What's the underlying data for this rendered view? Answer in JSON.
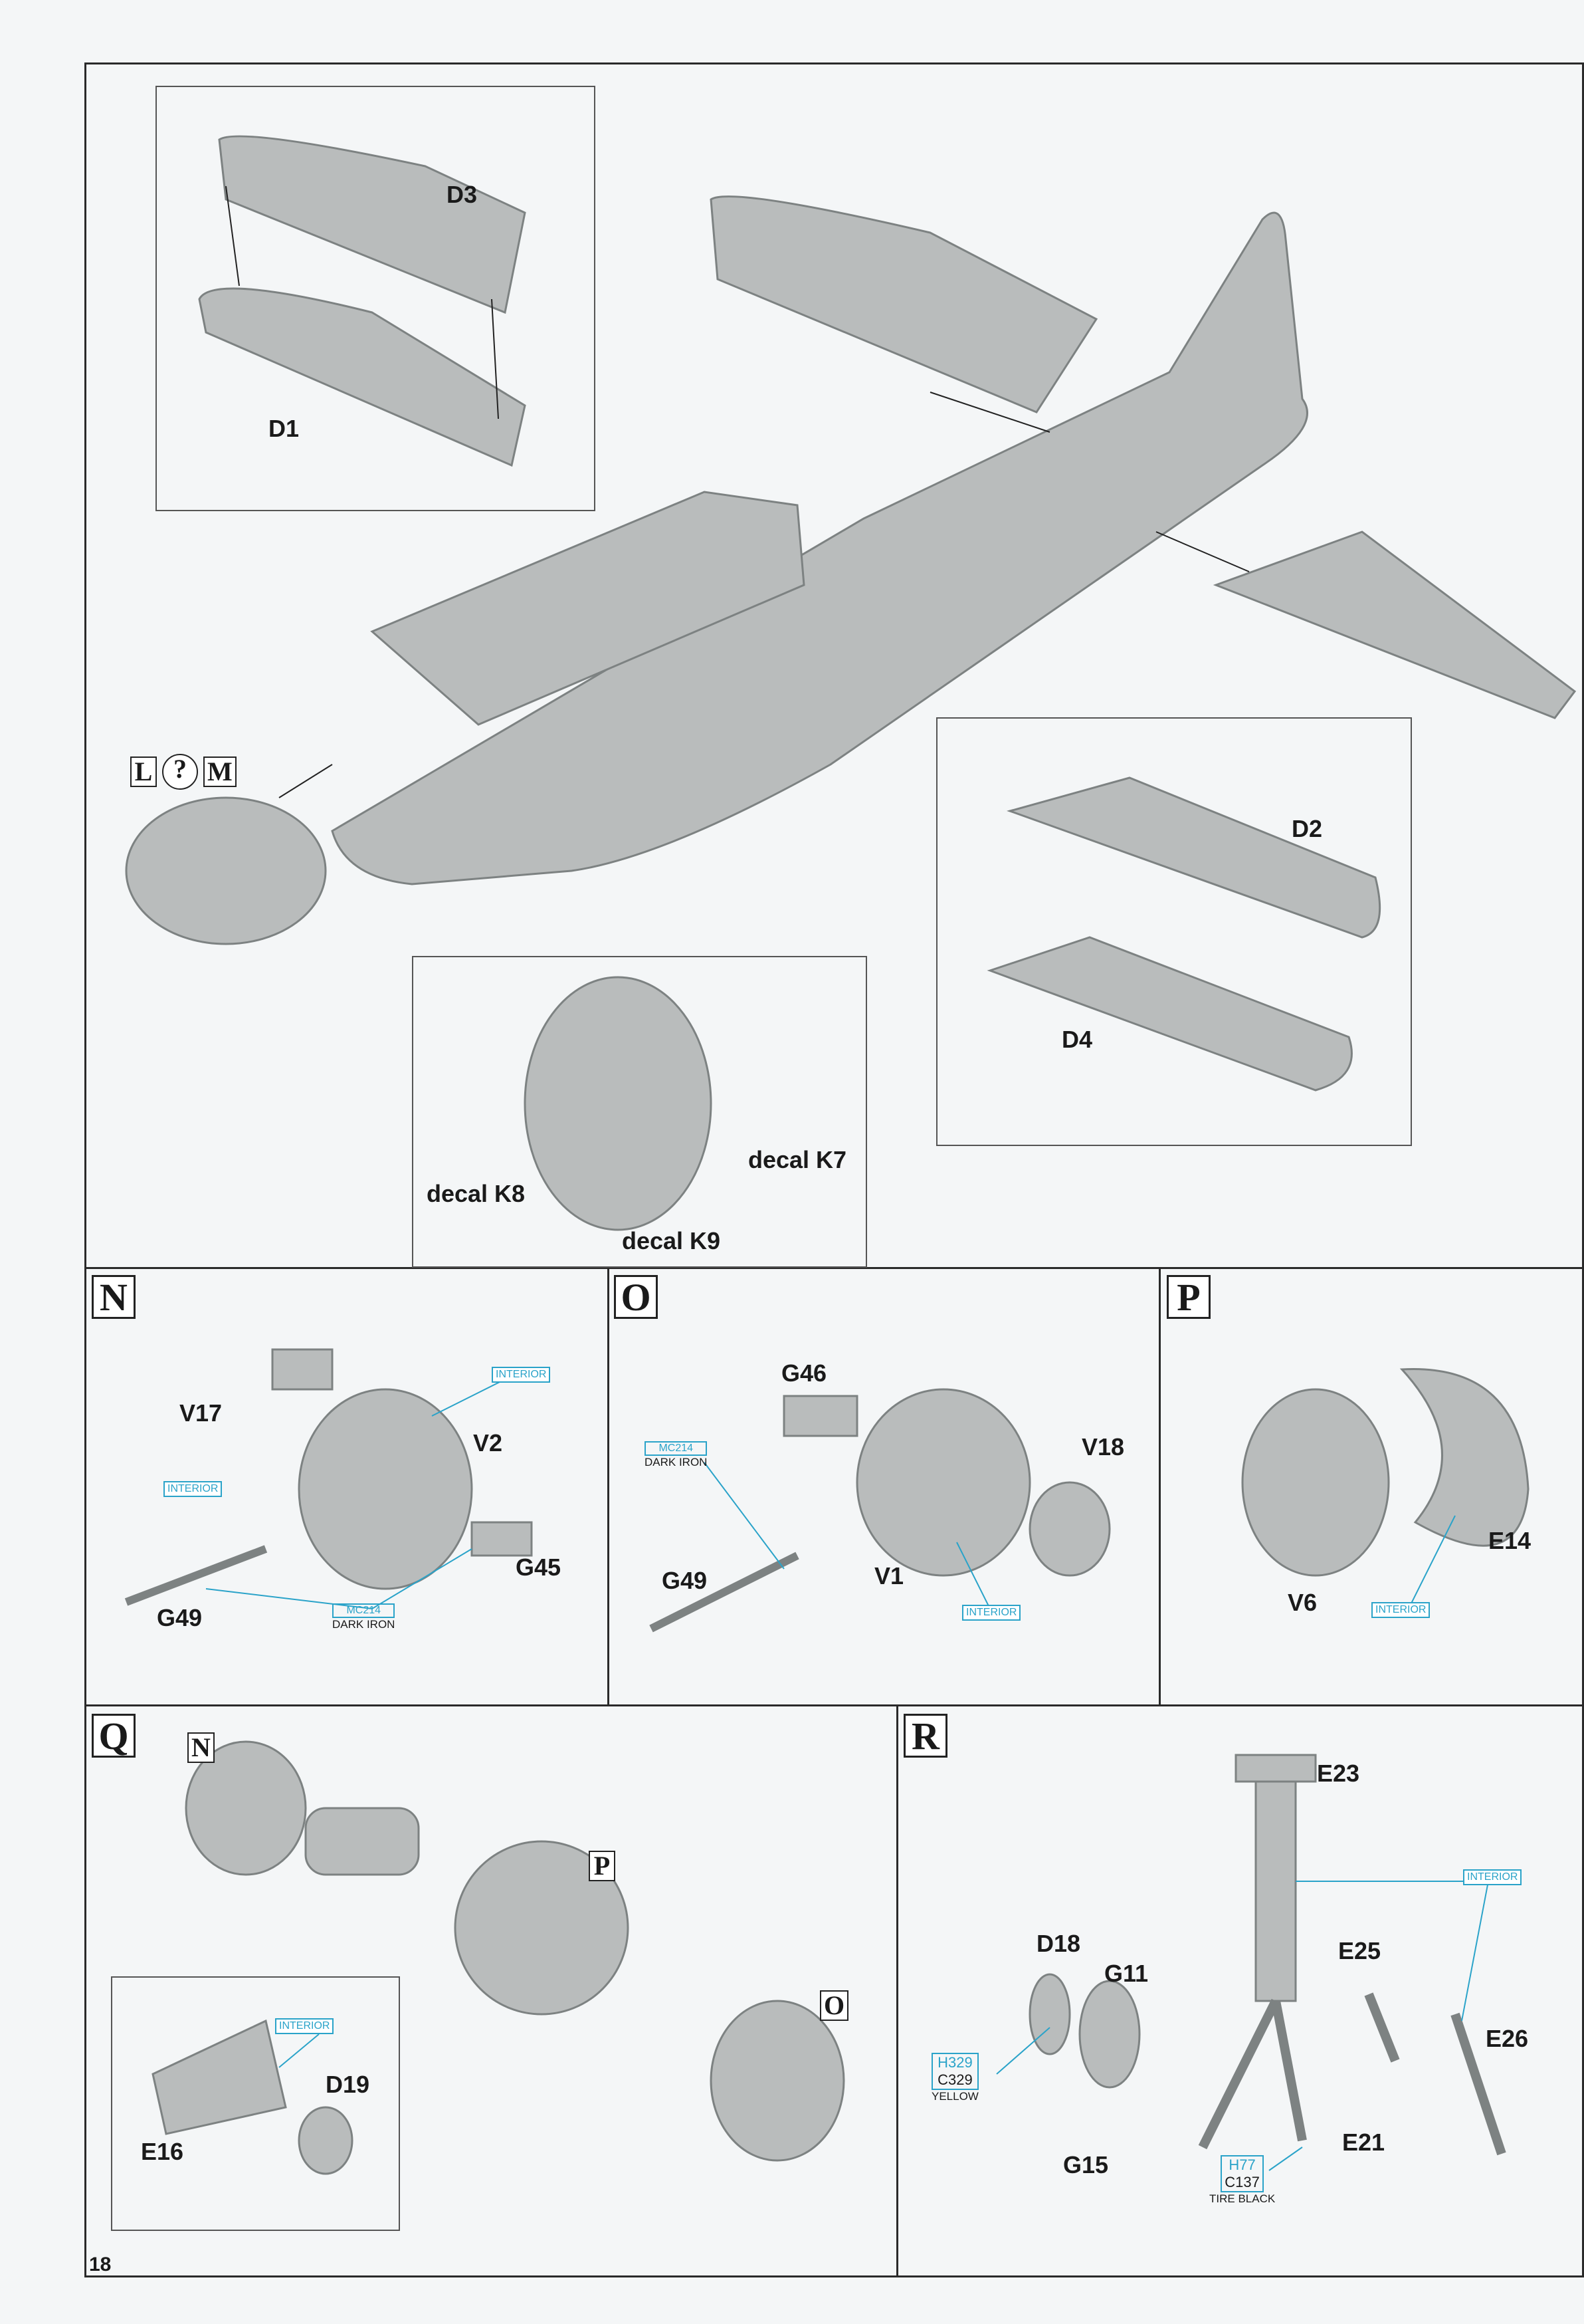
{
  "page_number": "18",
  "colors": {
    "paint_callout": "#2aa3c9",
    "part_gray": "#b9bcbc"
  },
  "main_step": {
    "parts": {
      "d3": "D3",
      "d1": "D1",
      "d2": "D2",
      "d4": "D4"
    },
    "sub_refs": {
      "l": "L",
      "q": "?",
      "m": "M"
    },
    "decals": {
      "k7": "decal K7",
      "k8": "decal K8",
      "k9": "decal K9"
    }
  },
  "section_n": {
    "letter": "N",
    "parts": {
      "v17": "V17",
      "v2": "V2",
      "g45": "G45",
      "g49": "G49"
    },
    "paint_interior_1": "INTERIOR",
    "paint_interior_2": "INTERIOR",
    "paint_code": "MC214",
    "paint_name": "DARK IRON"
  },
  "section_o": {
    "letter": "O",
    "parts": {
      "g46": "G46",
      "v18": "V18",
      "g49": "G49",
      "v1": "V1"
    },
    "paint_code": "MC214",
    "paint_name": "DARK IRON",
    "paint_interior": "INTERIOR"
  },
  "section_p": {
    "letter": "P",
    "parts": {
      "e14": "E14",
      "v6": "V6"
    },
    "paint_interior": "INTERIOR"
  },
  "section_q": {
    "letter": "Q",
    "refs": {
      "n": "N",
      "p": "P",
      "o": "O"
    },
    "parts": {
      "d19": "D19",
      "e16": "E16"
    },
    "paint_interior": "INTERIOR"
  },
  "section_r": {
    "letter": "R",
    "parts": {
      "e23": "E23",
      "d18": "D18",
      "g11": "G11",
      "e25": "E25",
      "e26": "E26",
      "g15": "G15",
      "e21": "E21"
    },
    "paint_interior": "INTERIOR",
    "yellow": {
      "h": "H329",
      "c": "C329",
      "name": "YELLOW"
    },
    "tire": {
      "h": "H77",
      "c": "C137",
      "name": "TIRE BLACK"
    }
  }
}
